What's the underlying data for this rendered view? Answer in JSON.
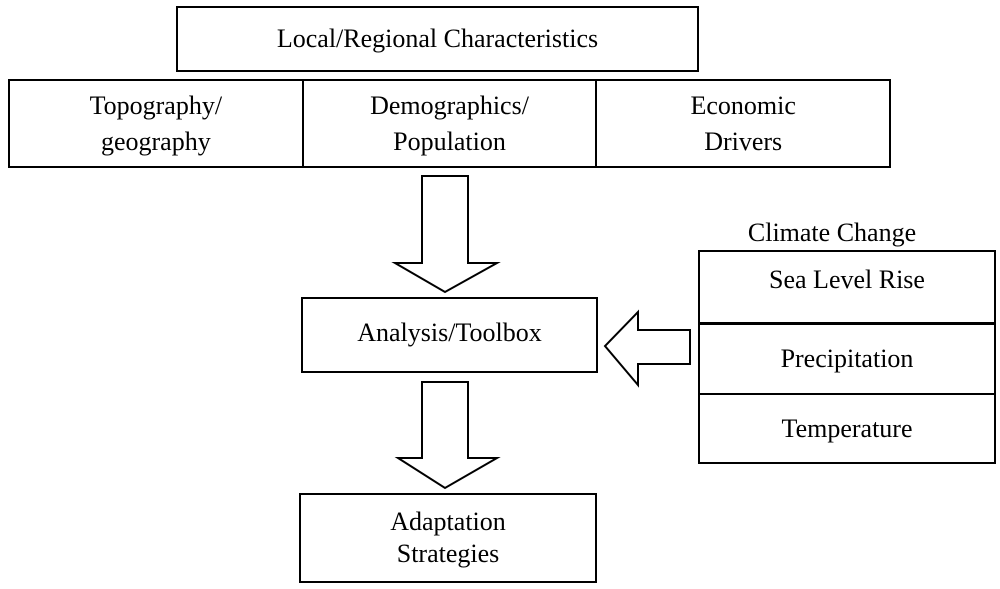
{
  "header": {
    "title": "Local/Regional Characteristics"
  },
  "characteristics": [
    {
      "label": "Topography/\ngeography"
    },
    {
      "label": "Demographics/\nPopulation"
    },
    {
      "label": "Economic\nDrivers"
    }
  ],
  "analysis": {
    "label": "Analysis/Toolbox"
  },
  "adaptation": {
    "label": "Adaptation\nStrategies"
  },
  "climate": {
    "title": "Climate Change",
    "items": [
      {
        "label": "Sea Level Rise"
      },
      {
        "label": "Precipitation"
      },
      {
        "label": "Temperature"
      }
    ]
  },
  "colors": {
    "stroke": "#000000",
    "fill": "#ffffff"
  }
}
